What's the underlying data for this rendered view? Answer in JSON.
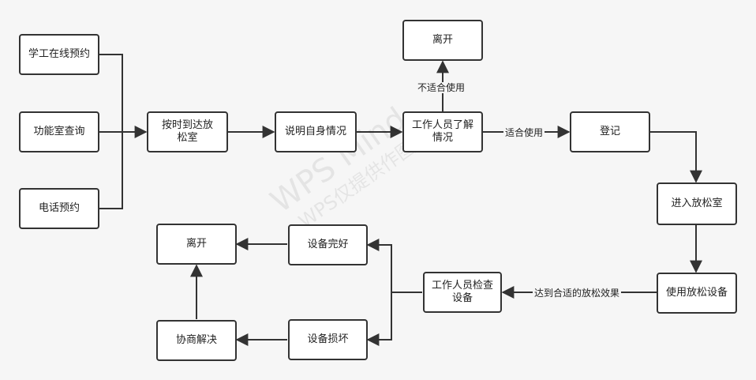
{
  "colors": {
    "background": "#f6f6f6",
    "node_border": "#333333",
    "node_fill": "#ffffff",
    "line": "#333333"
  },
  "nodes": {
    "online": "学工在线预约",
    "room_query": "功能室查询",
    "phone": "电话预约",
    "arrive": "按时到达放松室",
    "explain": "说明自身情况",
    "staff_understand": "工作人员了解情况",
    "leave_top": "离开",
    "register": "登记",
    "enter": "进入放松室",
    "use_device": "使用放松设备",
    "staff_check": "工作人员检查设备",
    "device_ok": "设备完好",
    "device_broken": "设备损坏",
    "leave_bottom": "离开",
    "negotiate": "协商解决"
  },
  "edge_labels": {
    "not_suitable": "不适合使用",
    "suitable": "适合使用",
    "effect": "达到合适的放松效果"
  },
  "watermark": {
    "line1": "WPS Mind",
    "line2": "WPS仅提供作图能力"
  }
}
